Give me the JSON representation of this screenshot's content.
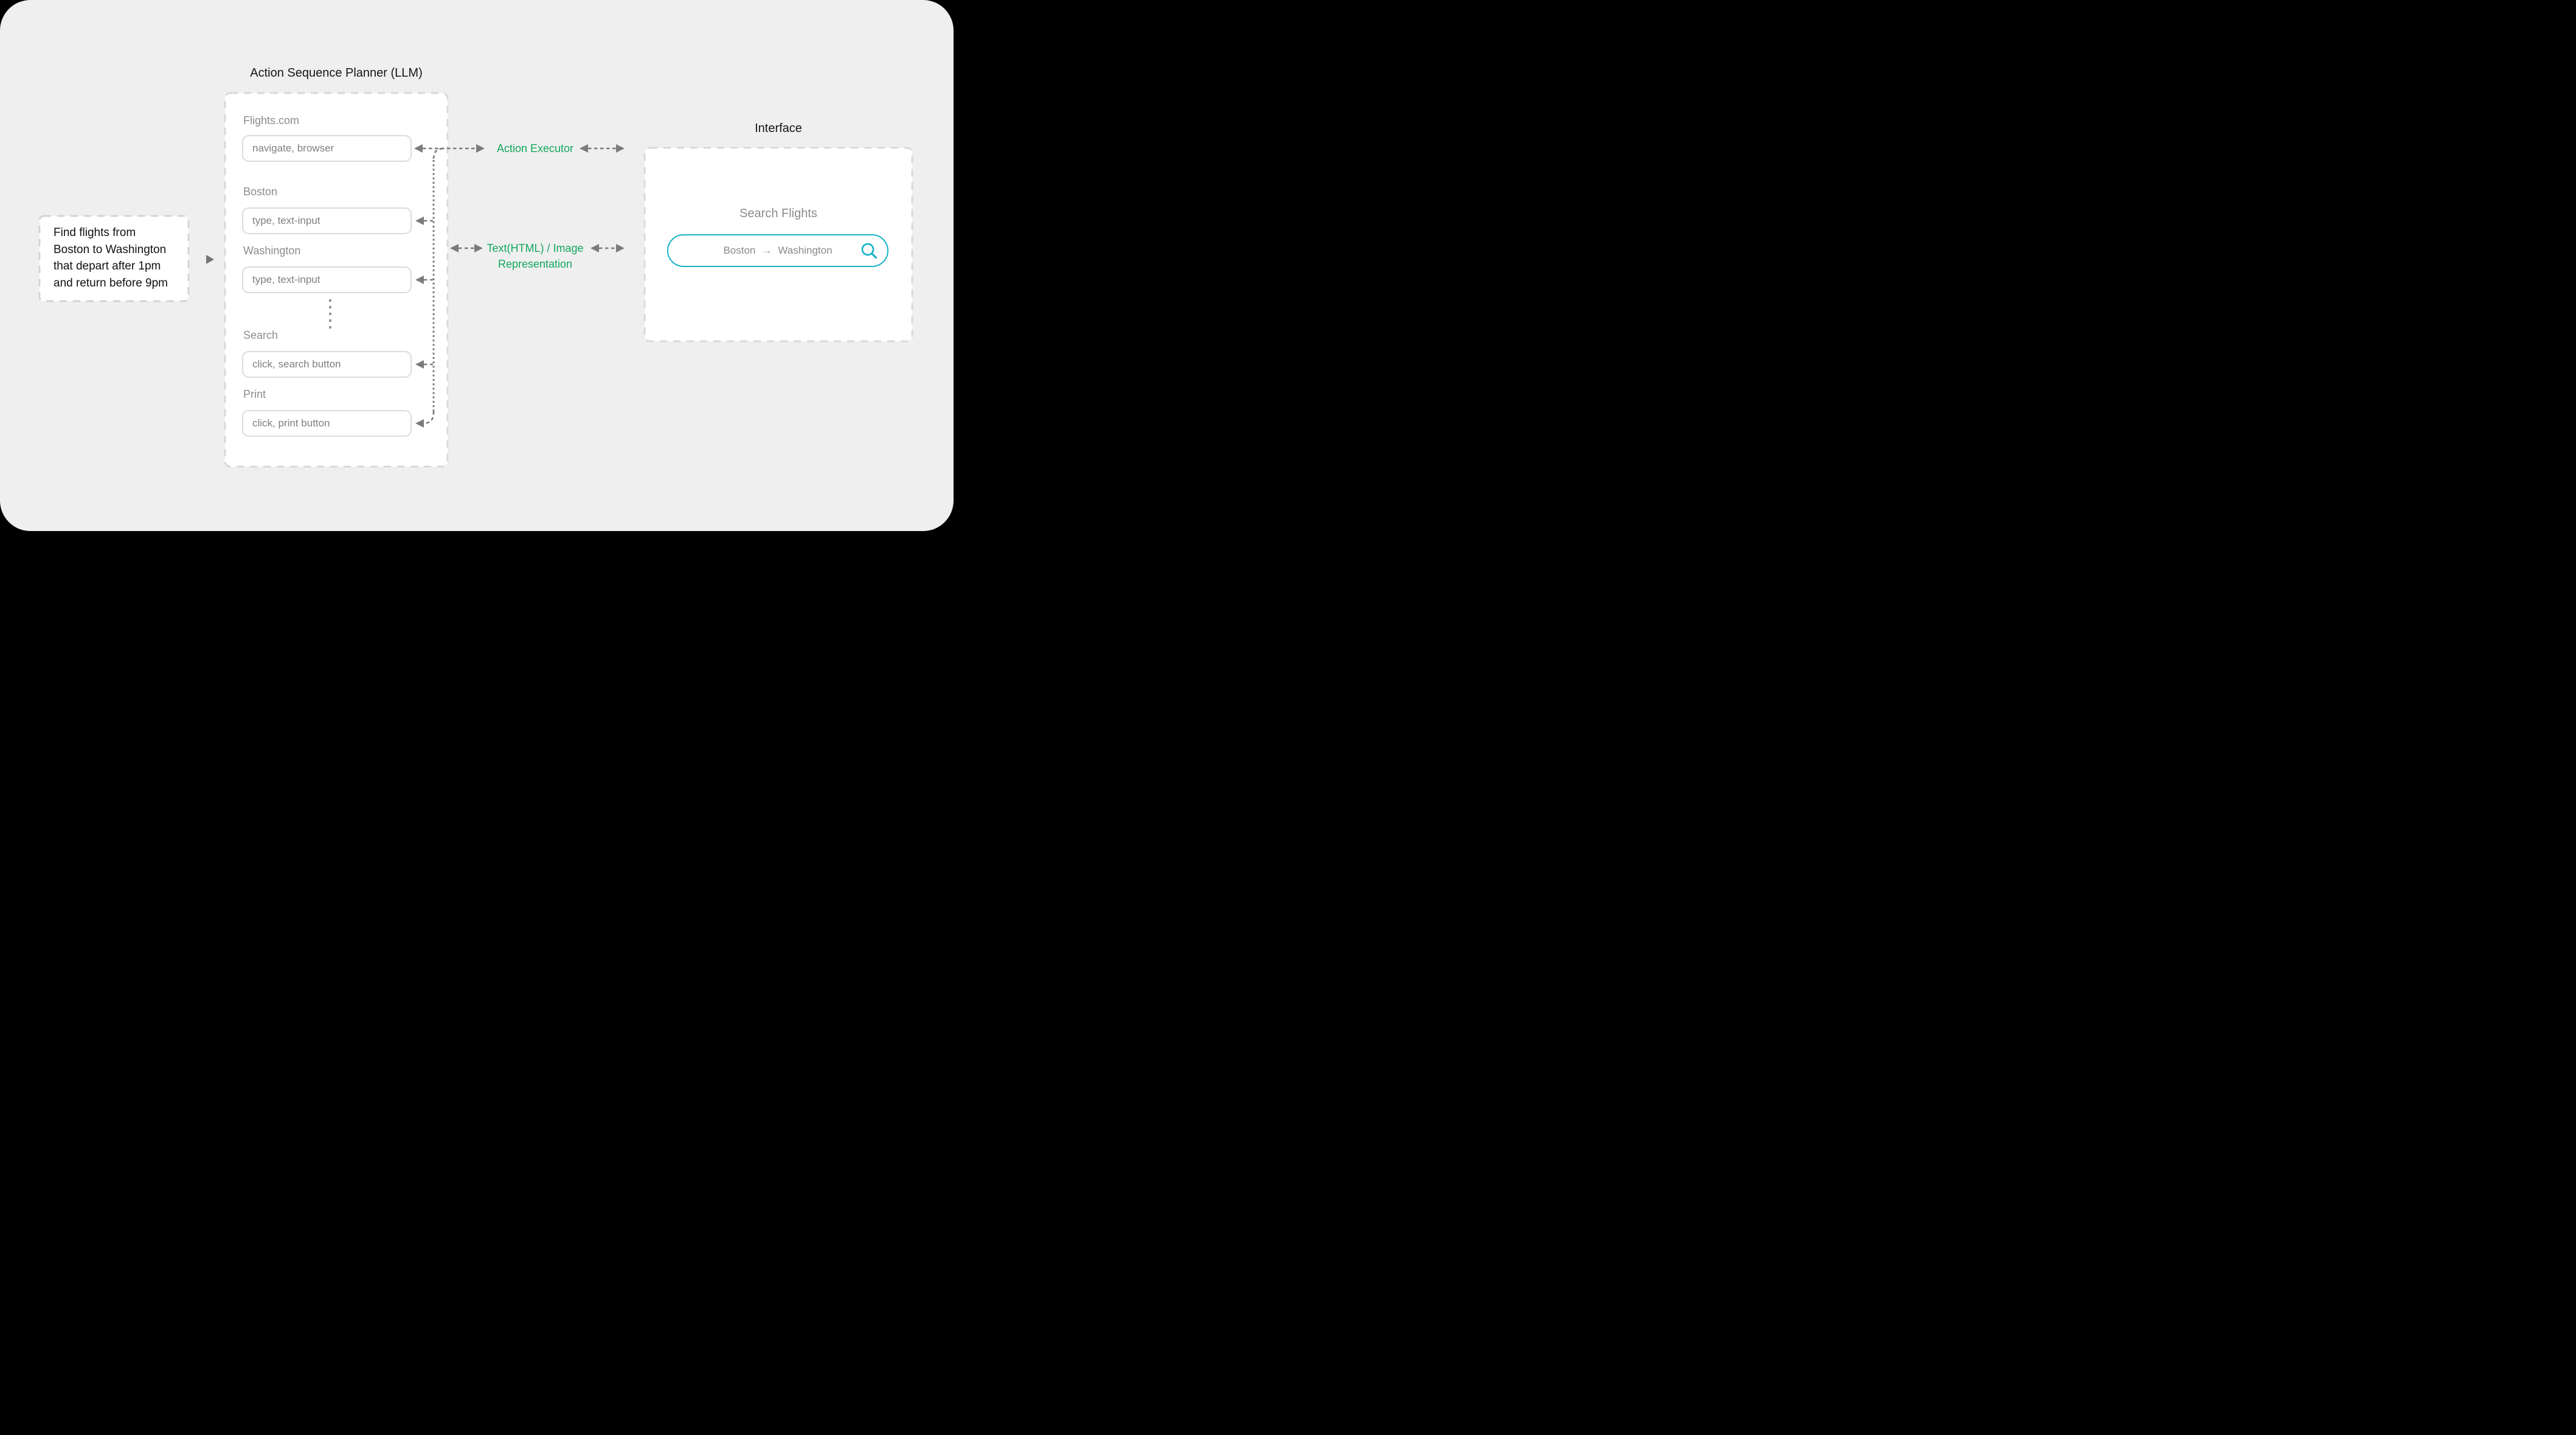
{
  "canvas": {
    "background": "#efeff0",
    "frame": "#000000"
  },
  "task_prompt": {
    "lines": [
      "Find flights from",
      "Boston to Washington",
      "that depart after 1pm",
      "and return before 9pm"
    ]
  },
  "planner": {
    "title": "Action Sequence Planner (LLM)",
    "steps": [
      {
        "label": "Flights.com",
        "action": "navigate, browser"
      },
      {
        "label": "Boston",
        "action": "type, text-input"
      },
      {
        "label": "Washington",
        "action": "type, text-input"
      },
      {
        "label": "Search",
        "action": "click, search button"
      },
      {
        "label": "Print",
        "action": "click, print button"
      }
    ]
  },
  "flow": {
    "action_executor_label": "Action Executor",
    "representation_label_line1": "Text(HTML) / Image",
    "representation_label_line2": "Representation"
  },
  "interface_panel": {
    "title": "Interface",
    "heading": "Search Flights",
    "search_field": {
      "from": "Boston",
      "arrow_glyph": "→",
      "to": "Washington"
    },
    "search_icon": "magnifier"
  },
  "colors": {
    "accent_green": "#13a85a",
    "accent_teal": "#18b4c9",
    "arrow_gray": "#7b7b7b",
    "dashed_border_gray": "#d7d7d7",
    "label_gray": "#8c8c8c",
    "text_black": "#111111"
  }
}
